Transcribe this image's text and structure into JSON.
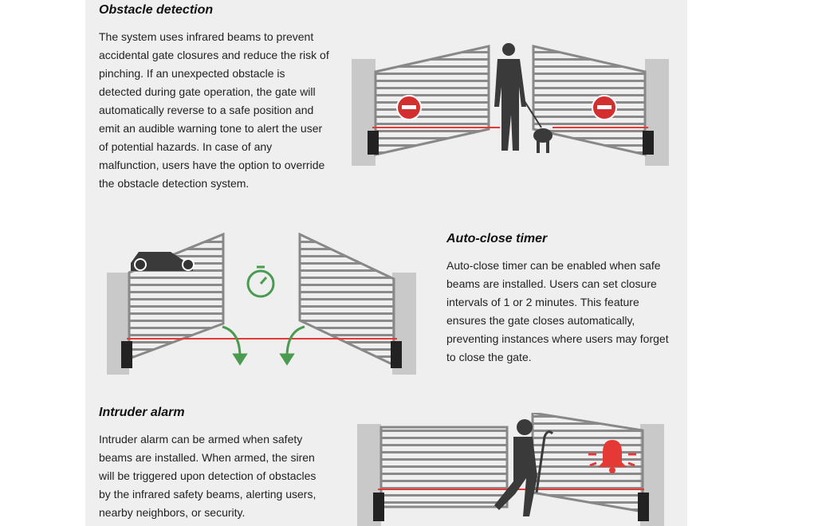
{
  "sections": [
    {
      "title": "Obstacle detection",
      "body": "The system uses infrared beams to prevent accidental gate closures and reduce the risk of pinching. If an unexpected obstacle is detected during gate operation, the gate will automatically reverse to a safe position and emit an audible warning tone to alert the user of potential hazards. In case of any malfunction, users have the option to override the obstacle detection system."
    },
    {
      "title": "Auto-close timer",
      "body": "Auto-close timer can be enabled when safe beams are installed. Users can set closure intervals of 1 or 2 minutes. This feature ensures the gate closes automatically, preventing instances where users may forget to close the gate."
    },
    {
      "title": "Intruder alarm",
      "body": "Intruder alarm can be armed when safety beams are installed. When armed, the siren will be triggered upon detection of obstacles by the infrared safety beams, alerting users, nearby neighbors, or security."
    }
  ],
  "colors": {
    "panel": "#efefef",
    "beam": "#e53935",
    "accent_green": "#4a9a4f",
    "stop_red": "#d32f2f"
  }
}
